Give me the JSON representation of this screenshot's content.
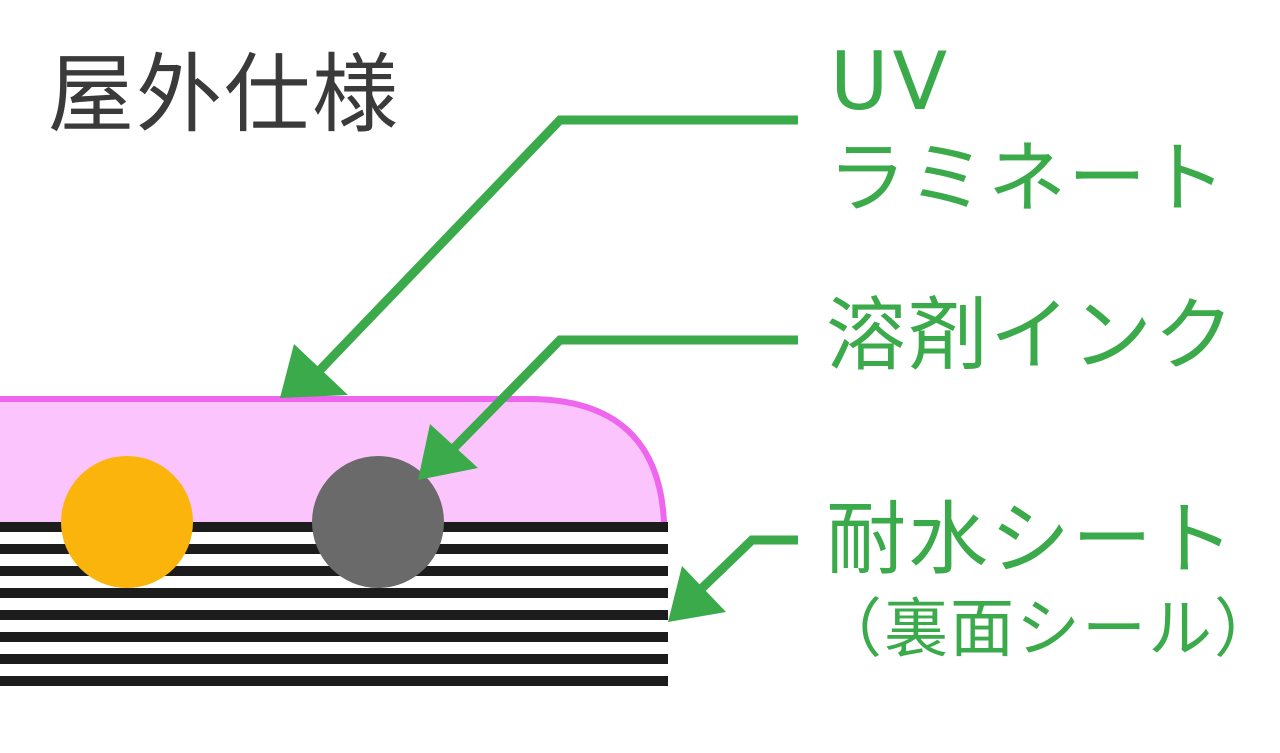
{
  "title": "屋外仕様",
  "labels": {
    "uv_line1": "UV",
    "uv_line2": "ラミネート",
    "ink": "溶剤インク",
    "sheet_line1": "耐水シート",
    "sheet_line2": "（裏面シール）"
  },
  "colors": {
    "arrow": "#3aaa4a",
    "laminate_fill": "#fcc4fc",
    "laminate_edge": "#ee66ee",
    "dot_yellow": "#fbb40c",
    "dot_gray": "#6a6a6a",
    "stripe_dark": "#1c1c1c"
  }
}
